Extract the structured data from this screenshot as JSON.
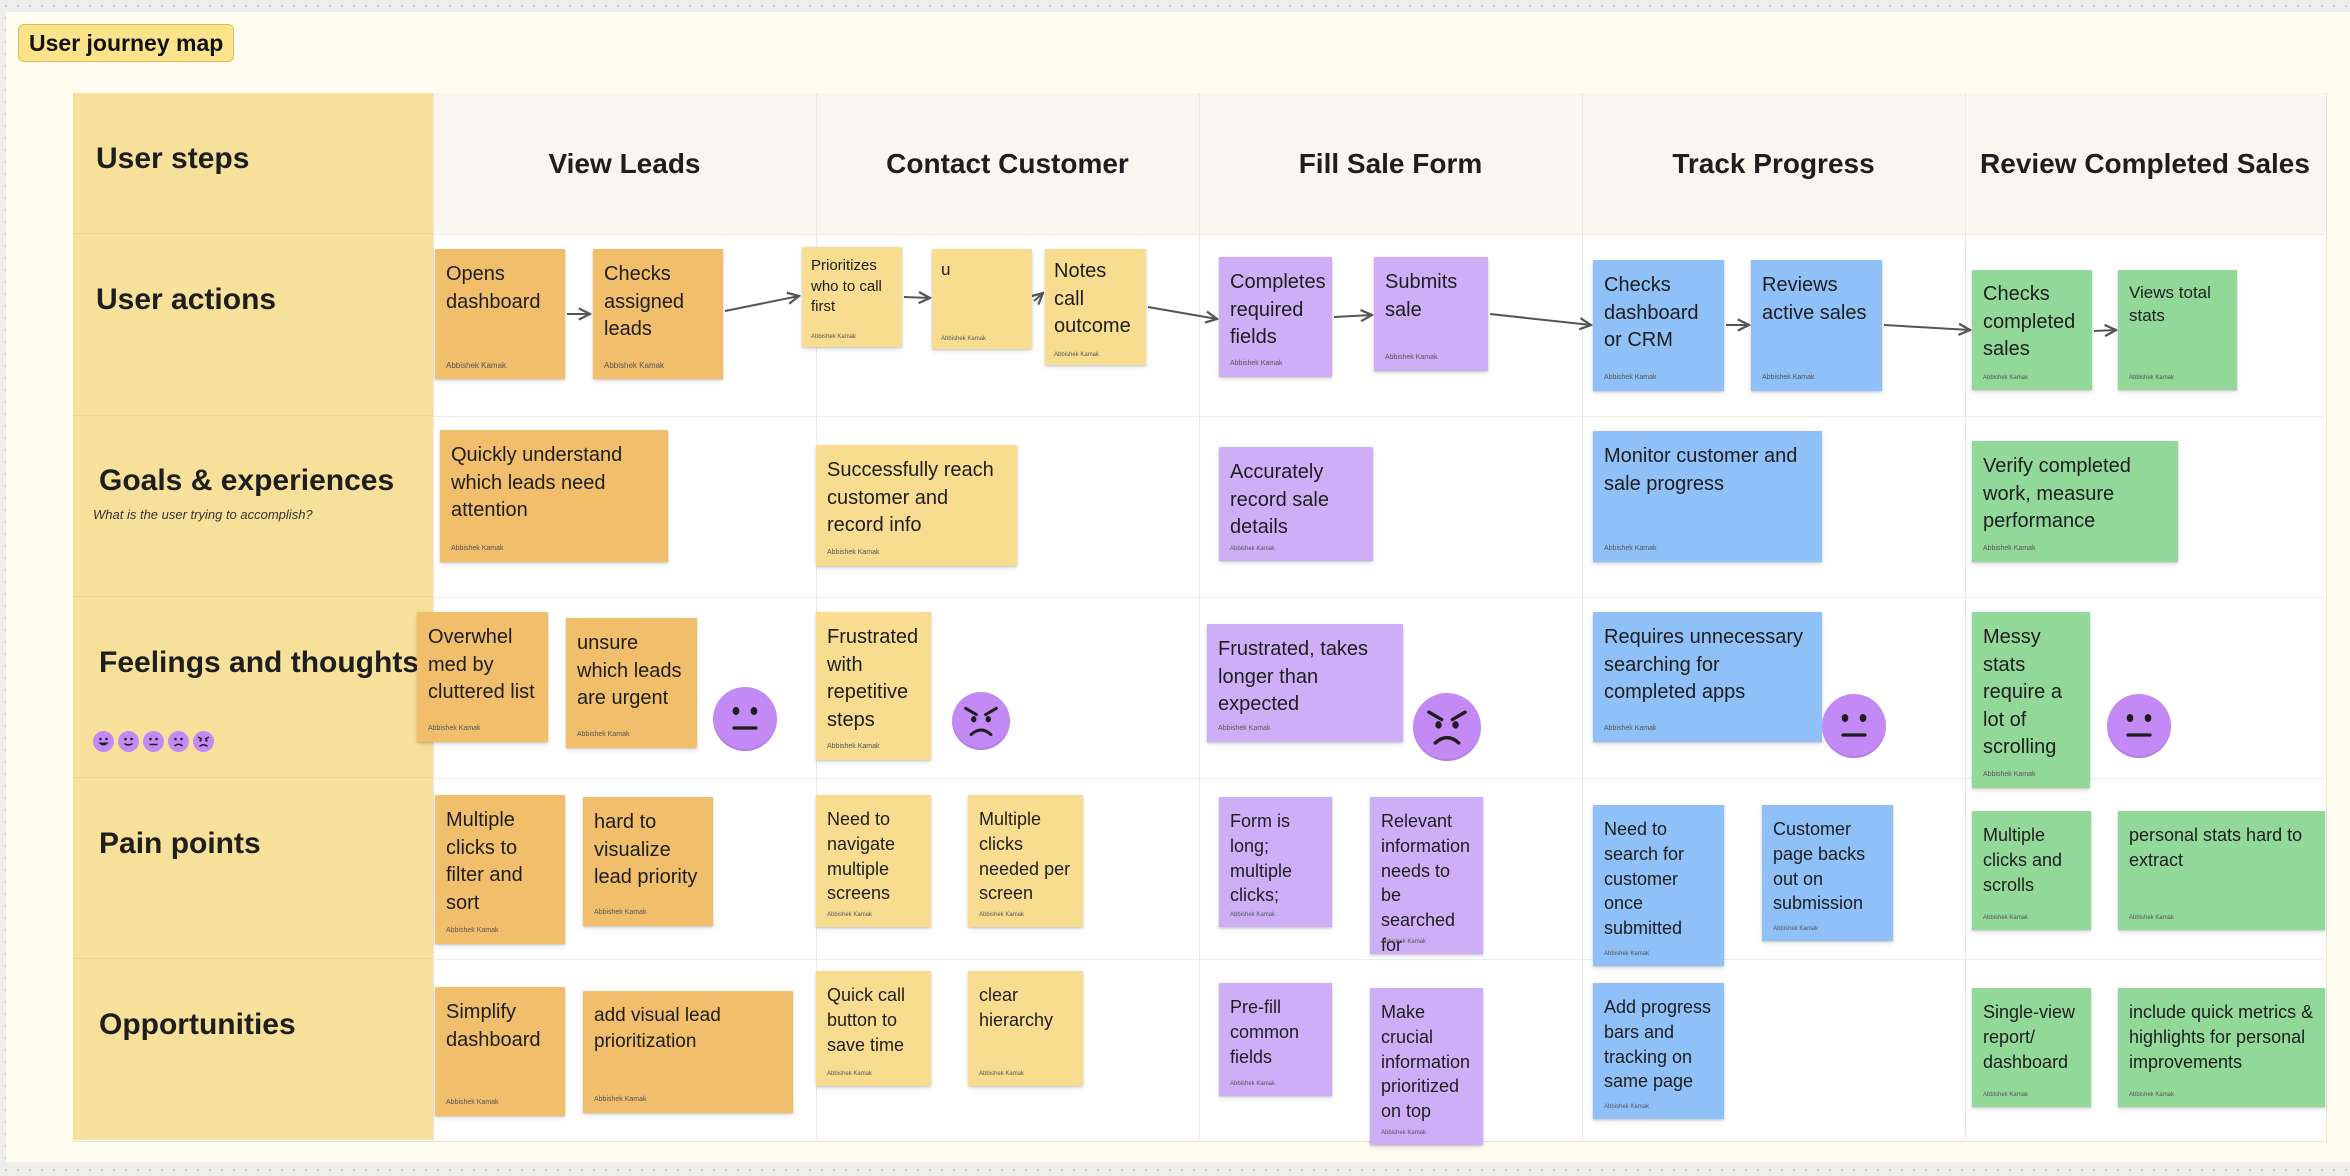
{
  "board": {
    "title": "User journey map"
  },
  "rows": {
    "steps": "User steps",
    "actions": "User actions",
    "goals": "Goals & experiences",
    "goals_sub": "What is the user trying to accomplish?",
    "feelings": "Feelings and thoughts",
    "pain": "Pain points",
    "opps": "Opportunities"
  },
  "columns": [
    "View Leads",
    "Contact Customer",
    "Fill Sale Form",
    "Track Progress",
    "Review Completed Sales"
  ],
  "author": "Abbishek Kamak",
  "stickies": {
    "a1": "Opens dashboard",
    "a2": "Checks assigned leads",
    "a3": "Prioritizes who to call first",
    "a4": "u",
    "a5": "Notes call outcome",
    "a6": "Completes required fields",
    "a7": "Submits sale",
    "a8": "Checks dashboard or CRM",
    "a9": "Reviews active sales",
    "a10": "Checks completed sales",
    "a11": "Views total stats",
    "g1": "Quickly understand which leads need attention",
    "g2": "Successfully reach customer and record info",
    "g3": "Accurately record sale details",
    "g4": "Monitor customer and sale progress",
    "g5": "Verify completed work, measure performance",
    "f1": "Overwhel med by cluttered list",
    "f2": "unsure which leads are urgent",
    "f3": "Frustrated with repetitive steps",
    "f4": "Frustrated, takes longer than expected",
    "f5": "Requires unnecessary searching for completed apps",
    "f6": "Messy stats require a lot of scrolling",
    "p1": "Multiple clicks to filter and sort",
    "p2": "hard to visualize lead priority",
    "p3": "Need to navigate multiple screens",
    "p4": "Multiple clicks needed per screen",
    "p5": "Form is long; multiple clicks;",
    "p6": "Relevant information needs to be searched for",
    "p7": "Need to search for customer once submitted",
    "p8": "Customer page backs out on submission",
    "p9": "Multiple clicks and scrolls",
    "p10": "personal stats hard to extract",
    "o1": "Simplify dashboard",
    "o2": "add visual lead prioritization",
    "o3": "Quick call button to save time",
    "o4": "clear hierarchy",
    "o5": "Pre-fill common fields",
    "o6": "Make crucial information prioritized on top",
    "o7": "Add progress bars and tracking on same page",
    "o8": "Single-view report/ dashboard",
    "o9": "include quick metrics & highlights for personal improvements"
  },
  "colors": {
    "orange": "#f1be6c",
    "yellow": "#f8dd91",
    "purple": "#cfaef8",
    "blue": "#8fc0f7",
    "green": "#92d899",
    "label_column": "#f7e19a",
    "emoji": "#c389f5"
  },
  "emojis": {
    "feelings_view_leads": "neutral-face-icon",
    "feelings_contact_customer": "angry-face-icon",
    "feelings_fill_sale_form": "angry-face-icon",
    "feelings_track_progress": "neutral-face-icon",
    "feelings_review_completed_sales": "neutral-face-icon",
    "scale": [
      "grinning-face-icon",
      "slightly-smiling-face-icon",
      "neutral-face-icon",
      "frowning-face-icon",
      "angry-face-icon"
    ]
  }
}
